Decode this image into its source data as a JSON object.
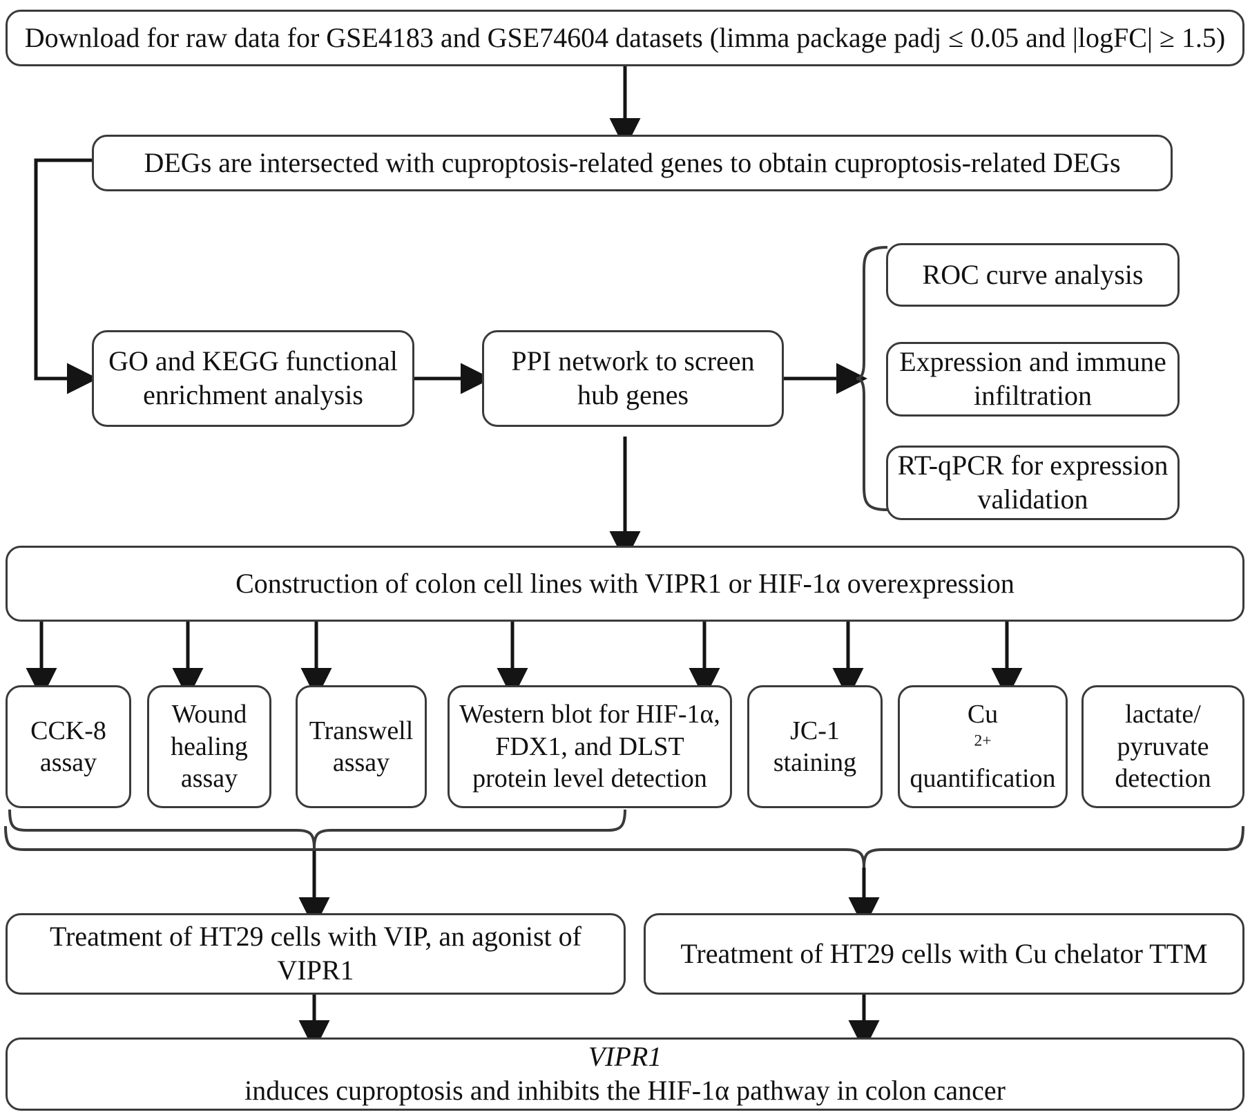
{
  "diagram": {
    "title": "Study workflow flowchart",
    "colors": {
      "stroke": "#3a3a3a",
      "arrow": "#141414",
      "background": "#ffffff",
      "text": "#111111"
    },
    "nodes": {
      "download": "Download for raw data for GSE4183 and GSE74604 datasets (limma package padj ≤ 0.05 and |logFC| ≥ 1.5)",
      "degs": "DEGs are intersected with cuproptosis-related genes to obtain cuproptosis-related DEGs",
      "go_kegg": "GO and KEGG functional enrichment analysis",
      "ppi": "PPI network to screen hub genes",
      "roc": "ROC curve analysis",
      "expression_immune": "Expression and immune infiltration",
      "rt_qpcr": "RT-qPCR for expression validation",
      "construction": "Construction of colon cell lines with VIPR1 or HIF-1α overexpression",
      "cck8": "CCK-8 assay",
      "wound_healing": "Wound healing assay",
      "transwell": "Transwell assay",
      "western_blot": "Western blot for HIF-1α, FDX1, and DLST protein level detection",
      "jc1": "JC-1 staining",
      "cu_quant_pre": "Cu",
      "cu_quant_sup": "2+",
      "cu_quant_post": "quantification",
      "lactate": "lactate/ pyruvate detection",
      "treat_vip": "Treatment of HT29 cells with VIP, an agonist of VIPR1",
      "treat_ttm": "Treatment of HT29 cells with Cu chelator TTM",
      "conclusion_gene": "VIPR1",
      "conclusion_rest": " induces cuproptosis and inhibits the HIF-1α pathway in colon cancer"
    }
  }
}
